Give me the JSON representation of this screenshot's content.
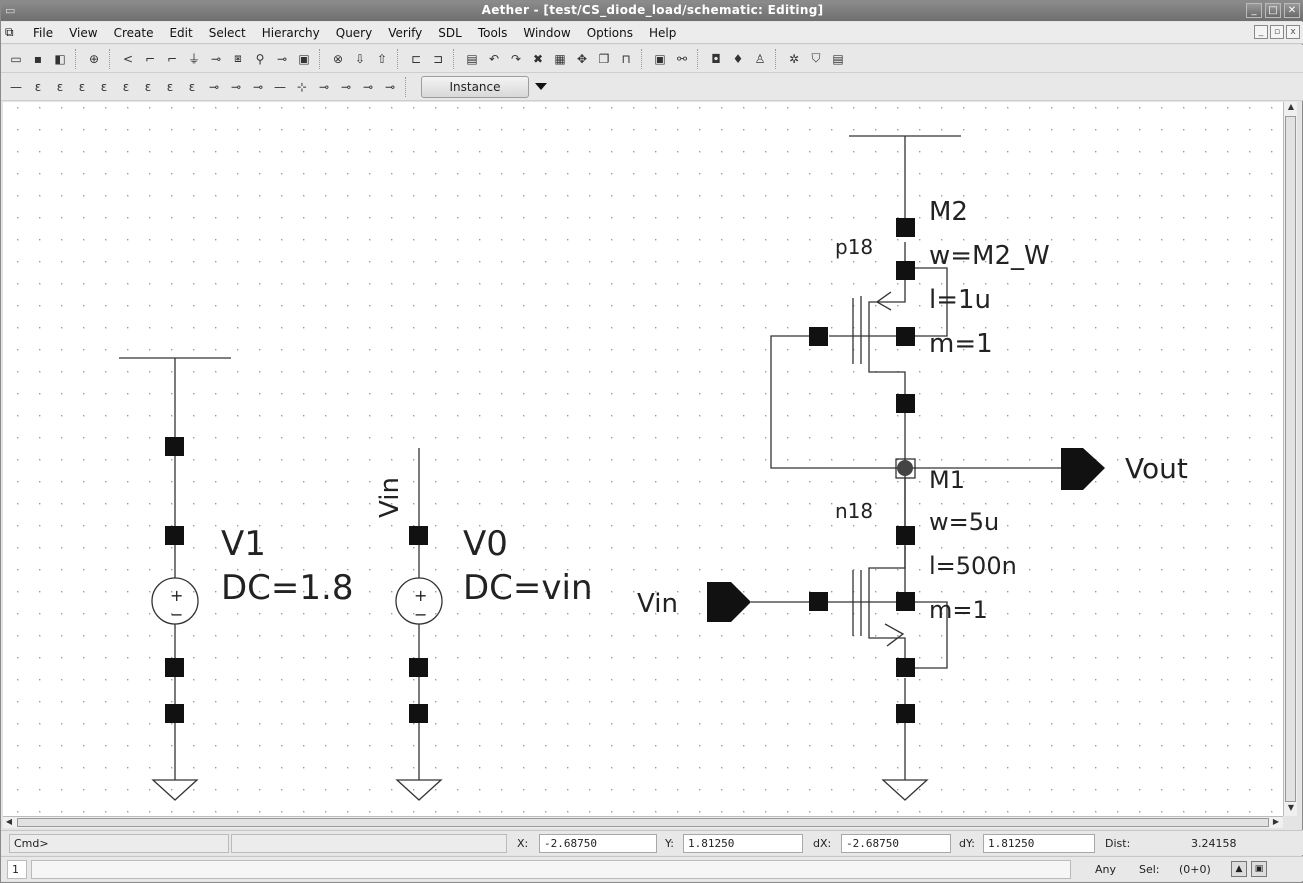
{
  "window": {
    "title": "Aether - [test/CS_diode_load/schematic: Editing]",
    "controls": [
      "_",
      "□",
      "✕"
    ]
  },
  "menu": {
    "items": [
      "File",
      "View",
      "Create",
      "Edit",
      "Select",
      "Hierarchy",
      "Query",
      "Verify",
      "SDL",
      "Tools",
      "Window",
      "Options",
      "Help"
    ]
  },
  "toolbar2": {
    "instance_label": "Instance"
  },
  "schematic": {
    "V1": {
      "name": "V1",
      "param": "DC=1.8"
    },
    "V0": {
      "name": "V0",
      "param": "DC=vin",
      "net_label": "Vin"
    },
    "M2": {
      "name": "M2",
      "model": "p18",
      "w": "w=M2_W",
      "l": "l=1u",
      "m": "m=1"
    },
    "M1": {
      "name": "M1",
      "model": "n18",
      "w": "w=5u",
      "l": "l=500n",
      "m": "m=1"
    },
    "pins": {
      "vout": "Vout",
      "vin": "Vin"
    },
    "source_symbol_plus": "+",
    "source_symbol_minus": "−"
  },
  "status": {
    "cmd_label": "Cmd>",
    "x_label": "X:",
    "x_value": "-2.68750",
    "y_label": "Y:",
    "y_value": "1.81250",
    "dx_label": "dX:",
    "dx_value": "-2.68750",
    "dy_label": "dY:",
    "dy_value": "1.81250",
    "dist_label": "Dist:",
    "dist_value": "3.24158",
    "line_number": "1",
    "filter": "Any",
    "sel_label": "Sel:",
    "sel_value": "(0+0)"
  }
}
